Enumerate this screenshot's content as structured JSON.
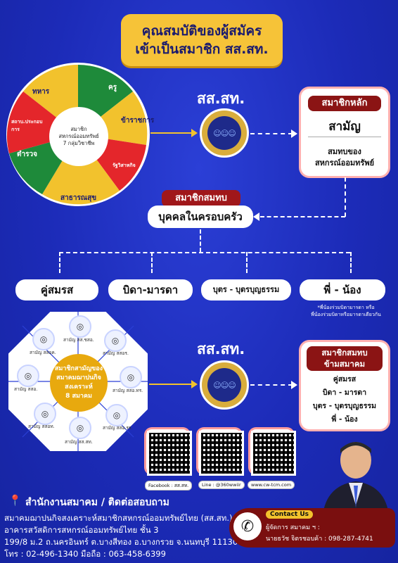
{
  "title": {
    "line1": "คุณสมบัติของผู้สมัคร",
    "line2": "เข้าเป็นสมาชิก สส.สท."
  },
  "wheel": {
    "center": [
      "สมาชิก",
      "สหกรณ์ออมทรัพย์",
      "7 กลุ่มวิชาชีพ"
    ],
    "segments": [
      "ทหาร",
      "ครู",
      "ข้าราชการ",
      "รัฐวิสาหกิจ",
      "สาธารณสุข",
      "ตำรวจ",
      "สถาบ.ประกอบการ"
    ],
    "colors": {
      "yellow": "#f2c22d",
      "green": "#1e8a3a",
      "red": "#e4262b",
      "blue": "#1c2bb8"
    }
  },
  "ss_label_1": "สส.สท.",
  "ss_label_2": "สส.สท.",
  "main_member": {
    "heading": "สมาชิกหลัก",
    "type": "สามัญ",
    "desc_line1": "สมทบของ",
    "desc_line2": "สหกรณ์ออมทรัพย์"
  },
  "assoc_member": {
    "heading": "สมาชิกสมทบ",
    "sub": "บุคคลในครอบครัว"
  },
  "family": [
    "คู่สมรส",
    "บิดา-มารดา",
    "บุตร - บุตรบุญธรรม",
    "พี่ - น้อง"
  ],
  "family_note": [
    "*พี่น้องร่วมบิดามารดา หรือ",
    "พี่น้องร่วมบิดาหรือมารดาเดียวกัน"
  ],
  "octagon": {
    "center": [
      "สมาชิกสามัญของ",
      "สมาคมฌาปนกิจ",
      "สงเคราะห์",
      "8 สมาคม"
    ],
    "items": [
      "สามัญ สส.ชสอ.",
      "สามัญ สสอร.",
      "สามัญ สสอ.ทร.",
      "สามัญ สสอ.รร.",
      "สามัญ สส.สท.",
      "สามัญ สสอท.",
      "สามัญ สสอ.",
      "สามัญ สสอค."
    ]
  },
  "cross_member": {
    "heading_line1": "สมาชิกสมทบ",
    "heading_line2": "ข้ามสมาคม",
    "items": [
      "คู่สมรส",
      "บิดา - มารดา",
      "บุตร - บุตรบุญธรรม",
      "พี่ - น้อง"
    ]
  },
  "qr": [
    "Facebook : สส.สท.",
    "Line : @360wwiir",
    "www.cw-tcm.com"
  ],
  "footer": {
    "office": "สำนักงานสมาคม / ติดต่อสอบถาม",
    "line1": "สมาคมฌาปนกิจสงเคราะห์สมาชิกสหกรณ์ออมทรัพย์ไทย (สส.สท.)",
    "line2": "อาคารสวัสดิการสหกรณ์ออมทรัพย์ไทย ชั้น 3",
    "line3": "199/8 ม.2 ถ.นครอินทร์  ต.บางสีทอง อ.บางกรวย จ.นนทบุรี 11130",
    "line4": "โทร : 02-496-1340 มือถือ : 063-458-6399"
  },
  "contact": {
    "label": "Contact Us",
    "role": "ผู้จัดการ สมาคม ฯ :",
    "name_phone": "นายธวัช จิตรชอบค้า : 098-287-4741"
  }
}
